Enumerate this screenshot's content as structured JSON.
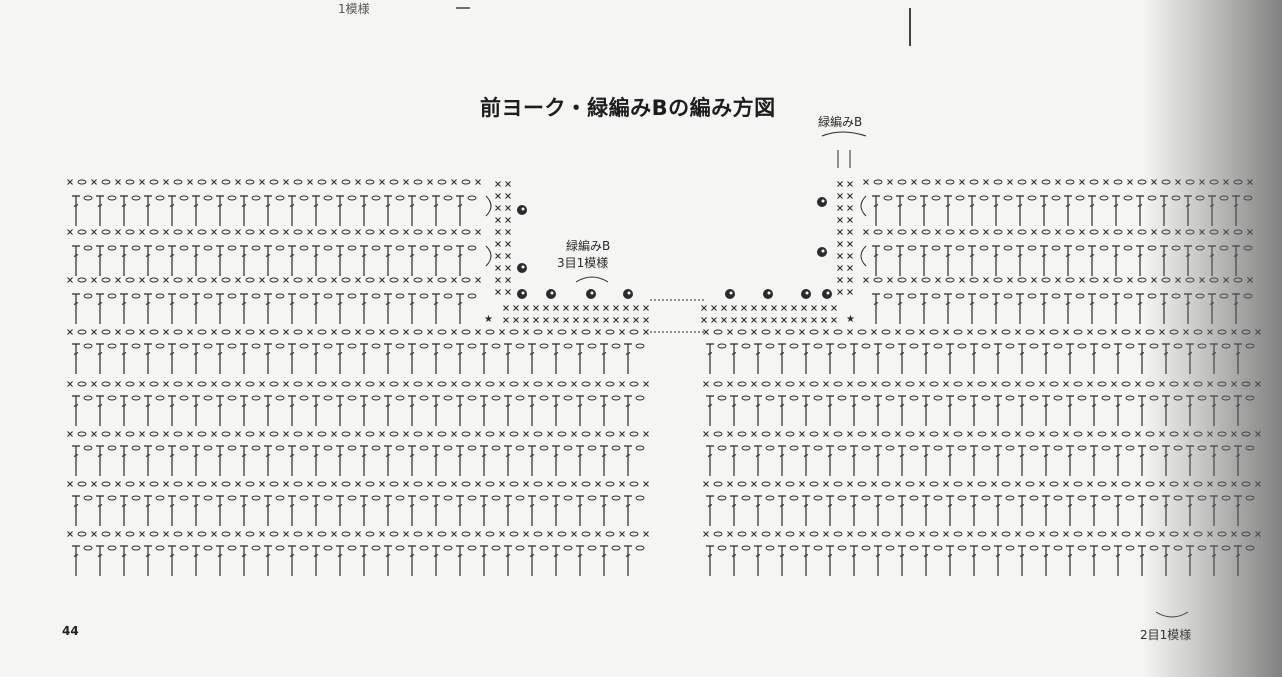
{
  "page": {
    "title": "前ヨーク・緑編みBの編み方図",
    "top_fragment": "1模様",
    "page_number": "44"
  },
  "labels": {
    "pattern_b_center": "緑編みB",
    "pattern_repeat_center": "3目1模様",
    "pattern_b_right": "緑編みB",
    "repeat_bottom": "2目1模様"
  },
  "chart_symbols": {
    "chain_row_glyphs": [
      "x",
      "○"
    ],
    "edge_glyph": "x",
    "star_glyph": "★",
    "colors": {
      "ink": "#2b2b2b",
      "background": "#f5f5f3"
    }
  }
}
